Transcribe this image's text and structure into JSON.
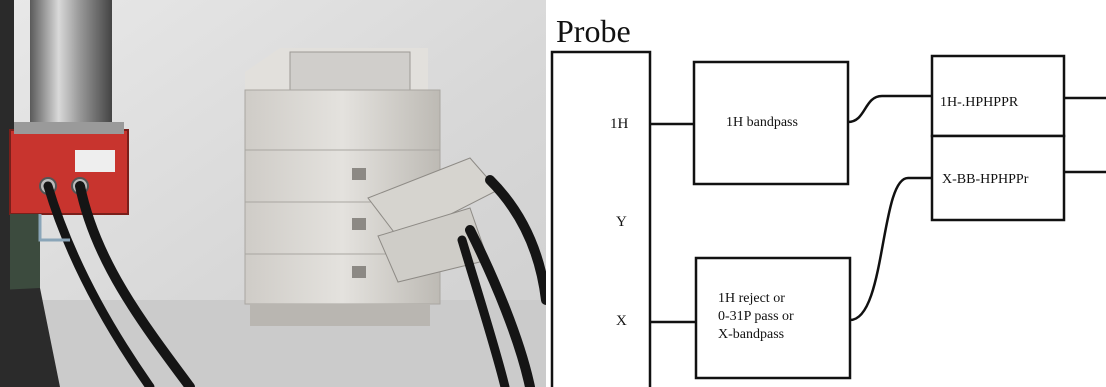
{
  "diagram": {
    "title": "Probe",
    "probe_ports": [
      "1H",
      "Y",
      "X"
    ],
    "filters": {
      "h_bandpass": "1H bandpass",
      "x_filter_lines": [
        "1H reject or",
        "0-31P pass or",
        "X-bandpass"
      ]
    },
    "preamps": {
      "h_preamp": "1H-.HPHPPR",
      "x_preamp": "X-BB-HPHPPr"
    }
  },
  "photo": {
    "subject": "NMR probe with filters and HPPR preamplifier modules"
  },
  "colors": {
    "red_filter": "#c8342e",
    "module_body": "#dcdad6",
    "backdrop": "#dedede"
  }
}
